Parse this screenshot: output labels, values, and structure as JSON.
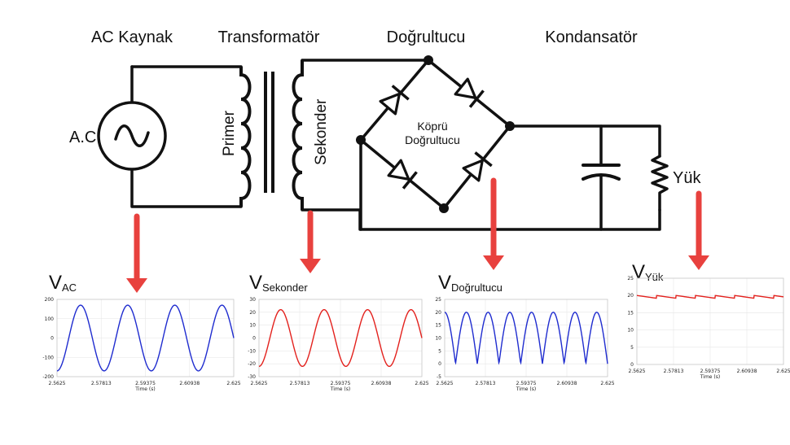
{
  "sections": {
    "ac_source": "AC Kaynak",
    "transformer": "Transformatör",
    "rectifier": "Doğrultucu",
    "capacitor": "Kondansatör"
  },
  "labels": {
    "ac": "A.C",
    "primary": "Primer",
    "secondary": "Sekonder",
    "bridge_line1": "Köprü",
    "bridge_line2": "Doğrultucu",
    "load": "Yük"
  },
  "colors": {
    "arrow": "#e8413e",
    "blue_wave": "#1f2ccf",
    "red_wave": "#e3211d"
  },
  "icons": [
    "sine-source-icon",
    "diode-icon",
    "capacitor-icon",
    "resistor-icon",
    "down-arrow-icon"
  ],
  "chart_data": [
    {
      "type": "line",
      "v_label": "V",
      "v_subscript": "AC",
      "xlabel": "Time (s)",
      "x_ticks": [
        "2.5625",
        "2.57813",
        "2.59375",
        "2.60938",
        "2.625"
      ],
      "y_ticks": [
        "200",
        "100",
        "0",
        "-100",
        "-200"
      ],
      "ylim": [
        -200,
        200
      ],
      "xlim": [
        2.5625,
        2.625
      ],
      "waveform": "sine",
      "amplitude": 170,
      "cycles": 3.75,
      "color": "#1f2ccf"
    },
    {
      "type": "line",
      "v_label": "V",
      "v_subscript": "Sekonder",
      "xlabel": "Time (s)",
      "x_ticks": [
        "2.5625",
        "2.57813",
        "2.59375",
        "2.60938",
        "2.625"
      ],
      "y_ticks": [
        "30",
        "20",
        "10",
        "0",
        "-10",
        "-20",
        "-30"
      ],
      "ylim": [
        -30,
        30
      ],
      "xlim": [
        2.5625,
        2.625
      ],
      "waveform": "sine",
      "amplitude": 22,
      "cycles": 3.75,
      "color": "#e3211d"
    },
    {
      "type": "line",
      "v_label": "V",
      "v_subscript": "Doğrultucu",
      "xlabel": "Time (s)",
      "x_ticks": [
        "2.5625",
        "2.57813",
        "2.59375",
        "2.60938",
        "2.625"
      ],
      "y_ticks": [
        "25",
        "20",
        "15",
        "10",
        "5",
        "0",
        "-5"
      ],
      "ylim": [
        -5,
        25
      ],
      "xlim": [
        2.5625,
        2.625
      ],
      "waveform": "full-wave-rectified",
      "amplitude": 20,
      "cycles": 3.75,
      "color": "#1f2ccf"
    },
    {
      "type": "line",
      "v_label": "V",
      "v_subscript": "Yük",
      "xlabel": "Time (s)",
      "x_ticks": [
        "2.5625",
        "2.57813",
        "2.59375",
        "2.60938",
        "2.625"
      ],
      "y_ticks": [
        "25",
        "20",
        "15",
        "10",
        "5",
        "0"
      ],
      "ylim": [
        0,
        25
      ],
      "xlim": [
        2.5625,
        2.625
      ],
      "waveform": "ripple-dc",
      "peak": 20,
      "ripple": 0.8,
      "cycles": 7.5,
      "color": "#e3211d"
    }
  ]
}
